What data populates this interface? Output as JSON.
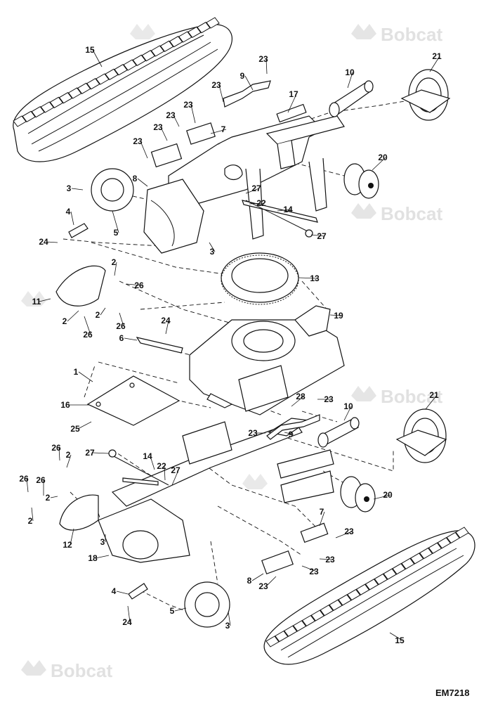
{
  "diagram": {
    "drawing_code": "EM7218",
    "watermark_text": "Bobcat",
    "callouts": [
      "1",
      "2",
      "3",
      "4",
      "5",
      "6",
      "7",
      "8",
      "9",
      "10",
      "11",
      "12",
      "13",
      "14",
      "15",
      "16",
      "17",
      "18",
      "19",
      "20",
      "21",
      "22",
      "23",
      "24",
      "25",
      "26",
      "27",
      "28"
    ]
  },
  "colors": {
    "ink": "#111111",
    "watermark": "#c9c9c9",
    "background": "#ffffff"
  }
}
